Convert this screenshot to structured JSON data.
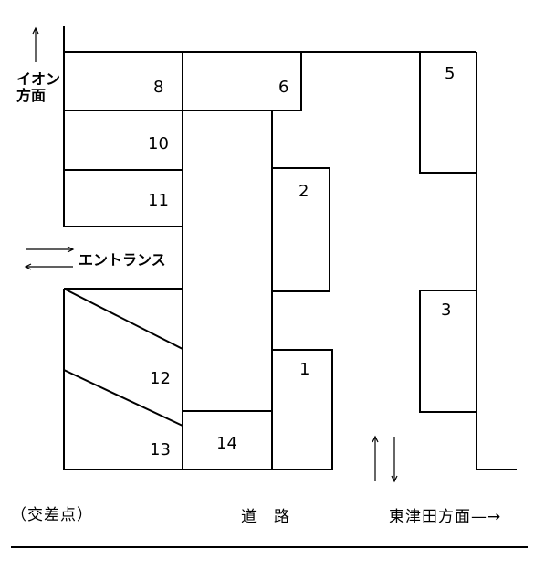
{
  "labels": {
    "aeon_line1": "イオン",
    "aeon_line2": "方面",
    "entrance": "エントランス",
    "intersection": "（交差点）",
    "road": "道　路",
    "higashitsuda": "東津田方面",
    "arrow_right": "—→"
  },
  "lots": [
    "8",
    "6",
    "5",
    "10",
    "2",
    "11",
    "3",
    "12",
    "1",
    "13",
    "14"
  ],
  "colors": {
    "line": "#000000",
    "background": "#ffffff"
  }
}
